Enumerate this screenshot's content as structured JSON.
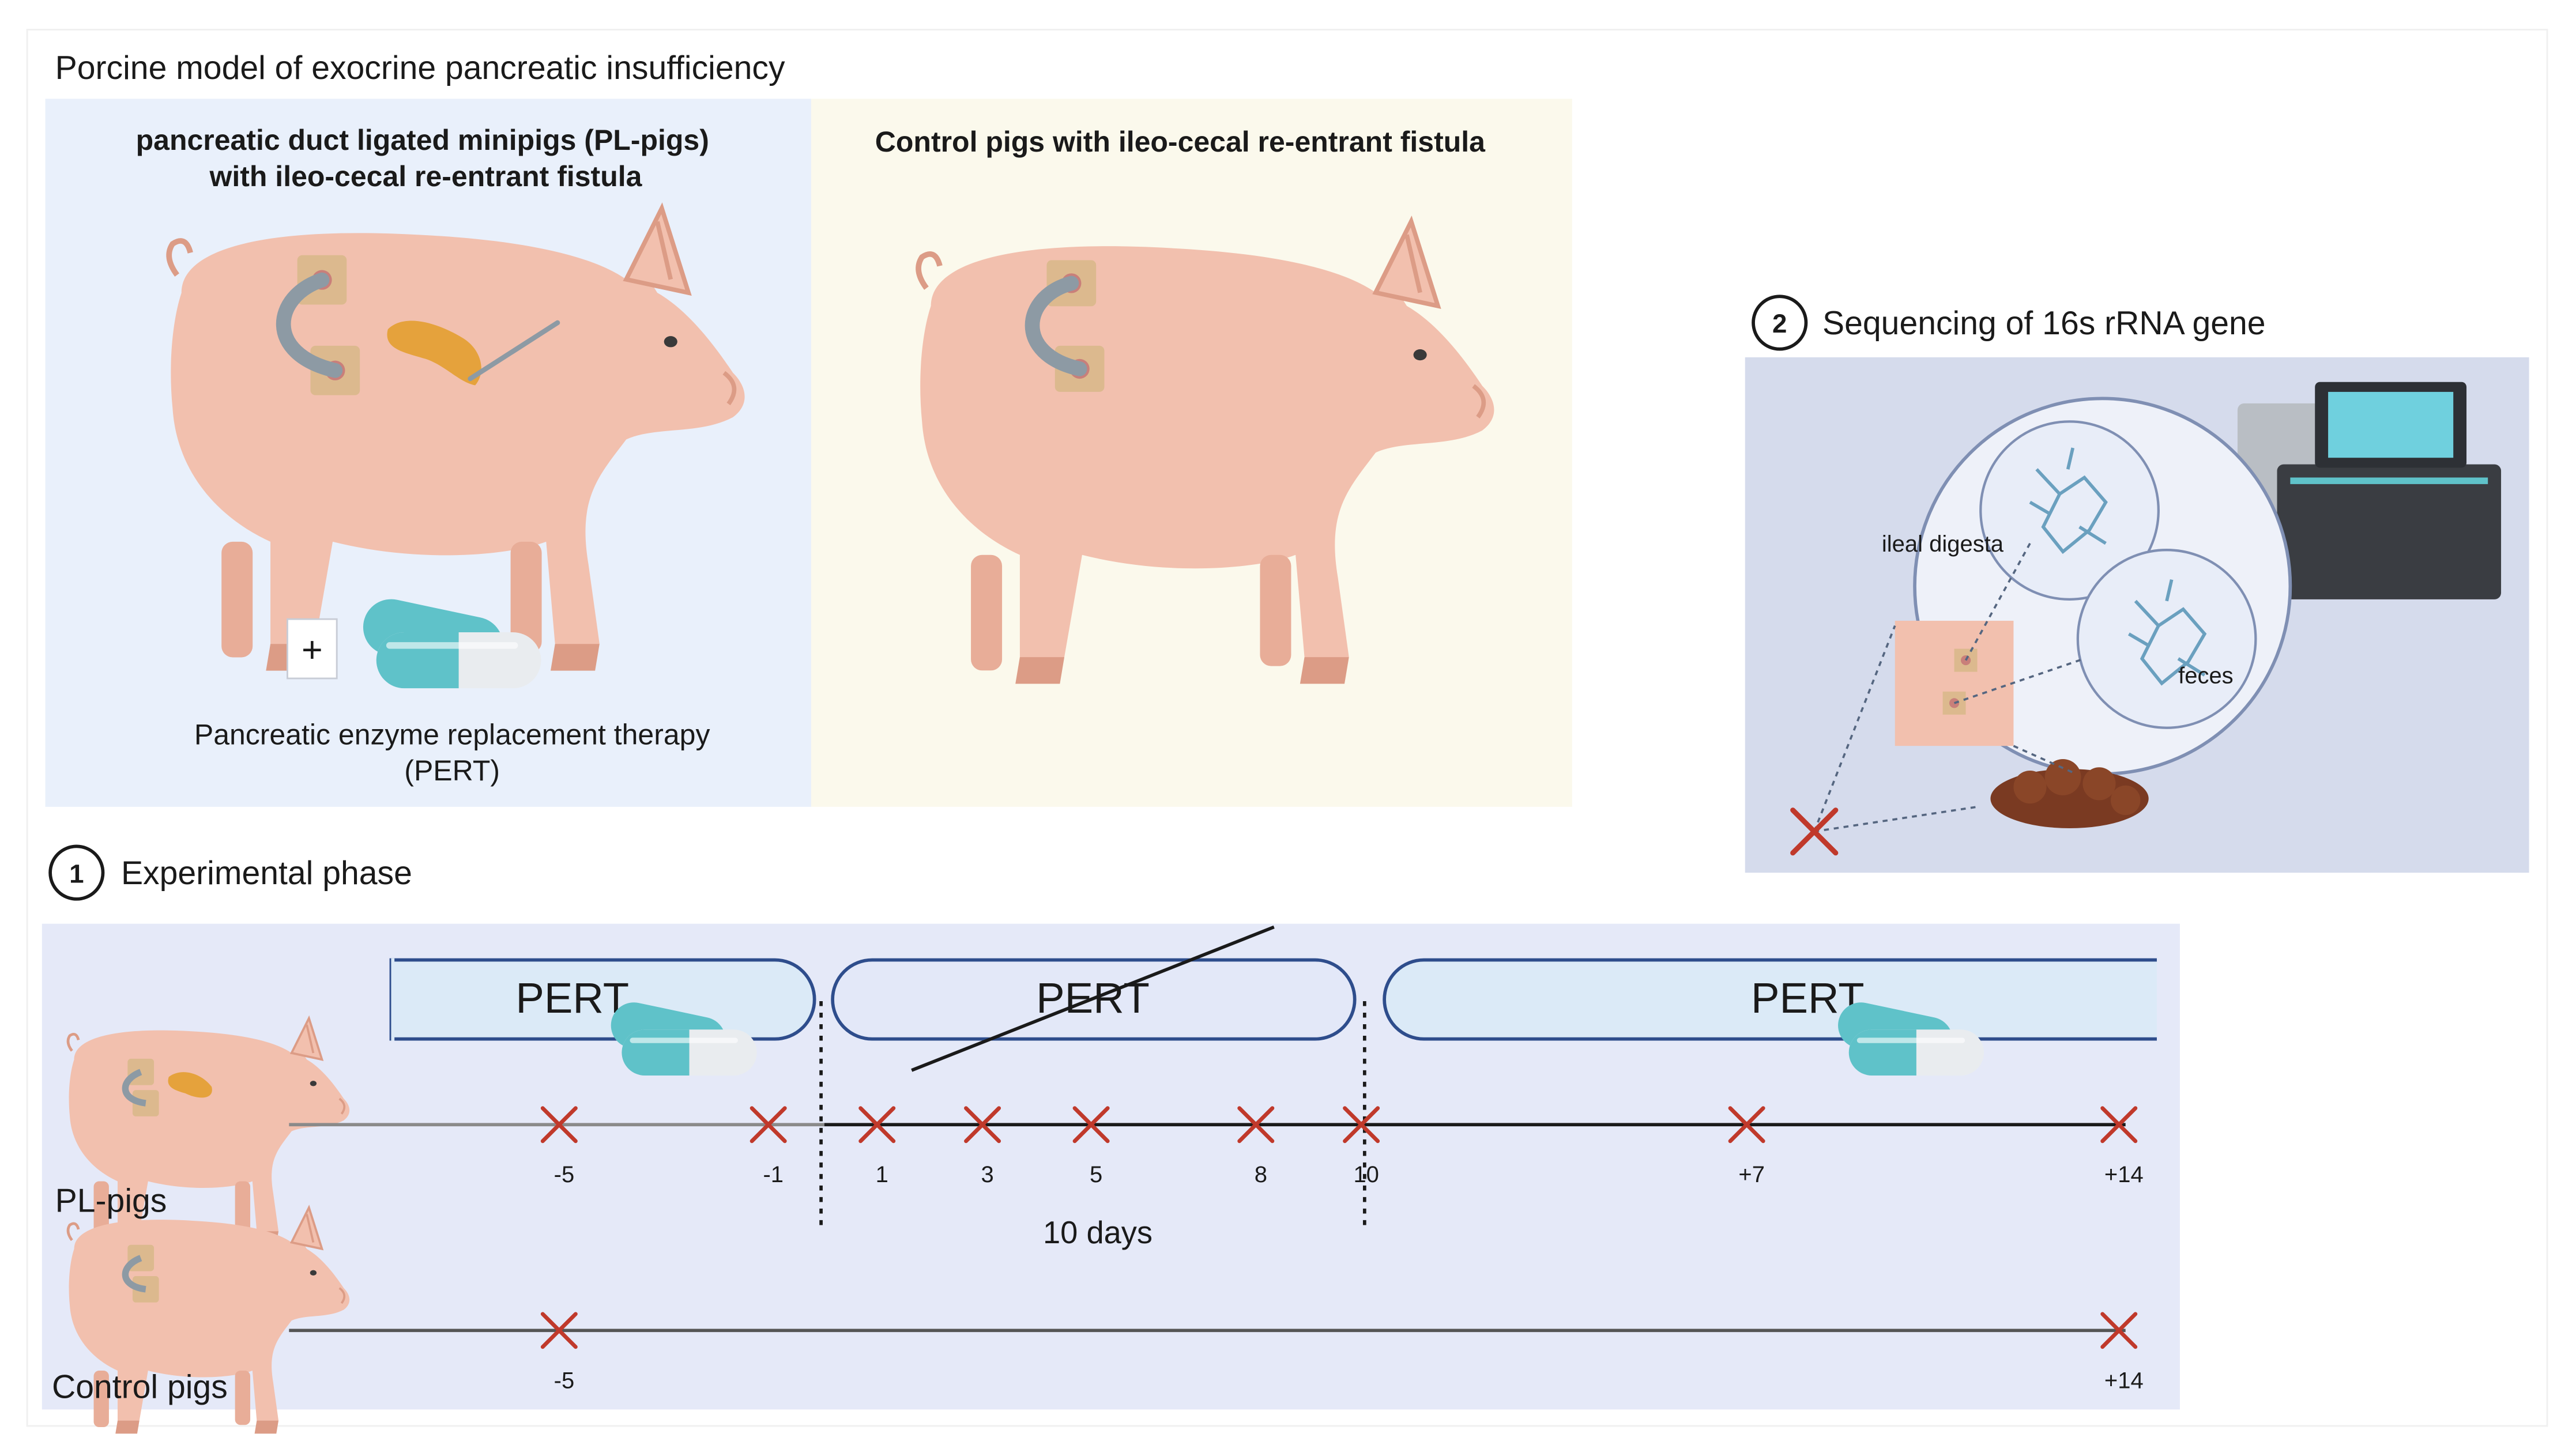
{
  "figure_title": "Porcine model of exocrine pancreatic insufficiency",
  "pl_panel": {
    "title_line1": "pancreatic duct ligated minipigs (PL-pigs)",
    "title_line2": "with ileo-cecal re-entrant fistula",
    "plus": "+",
    "therapy_line1": "Pancreatic enzyme replacement therapy",
    "therapy_line2": "(PERT)",
    "bg_color": "#e9f0fb"
  },
  "control_panel": {
    "title": "Control pigs with ileo-cecal re-entrant fistula",
    "bg_color": "#fbf9ec"
  },
  "sequencing": {
    "number": "2",
    "title": "Sequencing of 16s rRNA gene",
    "label_ileal": "ileal digesta",
    "label_feces": "feces",
    "bg_color": "#d5dbec"
  },
  "experimental": {
    "number": "1",
    "title": "Experimental phase",
    "bg_color": "#e5e9f8",
    "pert_label_1": "PERT",
    "pert_label_2": "PERT",
    "pert_label_3": "PERT",
    "period_label": "10 days",
    "pl_label": "PL-pigs",
    "control_label": "Control pigs",
    "pl_days": [
      "-5",
      "-1",
      "1",
      "3",
      "5",
      "8",
      "10",
      "+7",
      "+14"
    ],
    "control_days": [
      "-5",
      "+14"
    ]
  },
  "colors": {
    "pig": "#f2c0ae",
    "pig_dark": "#dc9c86",
    "mark": "#c0392b",
    "capsule_teal": "#5fc2c9",
    "capsule_white": "#e9ecef",
    "pert_fill": "#dbeaf7",
    "pert_stroke": "#2e4d8c"
  }
}
